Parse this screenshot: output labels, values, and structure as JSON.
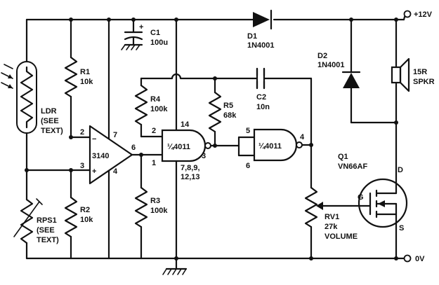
{
  "rails": {
    "positive": "+12V",
    "ground": "0V"
  },
  "components": {
    "ldr": {
      "name": "LDR",
      "note1": "(SEE",
      "note2": "TEXT)"
    },
    "rps1": {
      "name": "RPS1",
      "note1": "(SEE",
      "note2": "TEXT)"
    },
    "r1": {
      "name": "R1",
      "value": "10k"
    },
    "r2": {
      "name": "R2",
      "value": "10k"
    },
    "r3": {
      "name": "R3",
      "value": "100k"
    },
    "r4": {
      "name": "R4",
      "value": "100k"
    },
    "r5": {
      "name": "R5",
      "value": "68k"
    },
    "c1": {
      "name": "C1",
      "value": "100u"
    },
    "c2": {
      "name": "C2",
      "value": "10n"
    },
    "d1": {
      "name": "D1",
      "value": "1N4001"
    },
    "d2": {
      "name": "D2",
      "value": "1N4001"
    },
    "spkr": {
      "name": "15R",
      "value": "SPKR"
    },
    "q1": {
      "name": "Q1",
      "value": "VN66AF"
    },
    "rv1": {
      "name": "RV1",
      "value": "27k",
      "function": "VOLUME"
    },
    "opamp": {
      "name": "3140"
    },
    "nand1": {
      "name": "¼4011"
    },
    "nand2": {
      "name": "¼4011"
    }
  },
  "pins": {
    "opamp_inv": "2",
    "opamp_noninv": "3",
    "opamp_out": "6",
    "opamp_vplus": "7",
    "opamp_vminus": "4",
    "nand1_in_a": "2",
    "nand1_in_b": "1",
    "nand1_vdd": "14",
    "nand1_out": "3",
    "nand1_gnd_1": "7,8,9,",
    "nand1_gnd_2": "12,13",
    "nand2_in_a": "5",
    "nand2_in_b": "6",
    "nand2_out": "4",
    "q1_gate": "G",
    "q1_drain": "D",
    "q1_source": "S",
    "opamp_minus_sign": "−",
    "opamp_plus_sign": "+",
    "c1_plus": "+"
  }
}
